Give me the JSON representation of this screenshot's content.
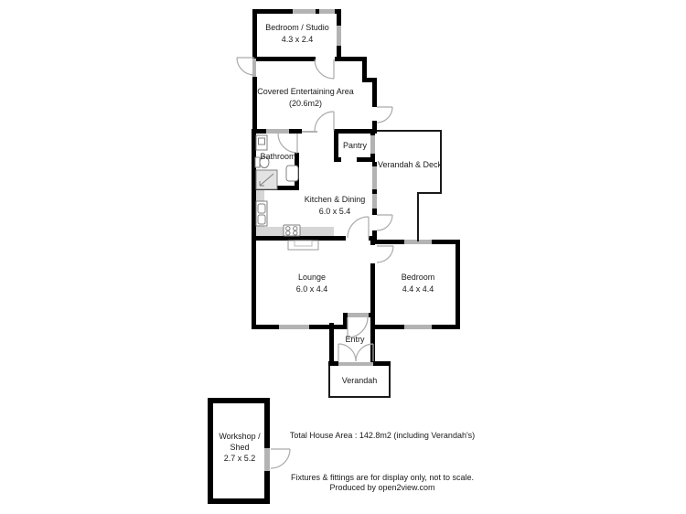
{
  "rooms": {
    "bedroom_studio": {
      "name": "Bedroom / Studio",
      "dims": "4.3 x 2.4"
    },
    "covered": {
      "name": "Covered Entertaining Area",
      "dims": "(20.6m2)"
    },
    "bathroom": {
      "name": "Bathroom"
    },
    "pantry": {
      "name": "Pantry"
    },
    "verandah_deck": {
      "name": "Verandah & Deck"
    },
    "kitchen_dining": {
      "name": "Kitchen & Dining",
      "dims": "6.0 x 5.4"
    },
    "lounge": {
      "name": "Lounge",
      "dims": "6.0 x 4.4"
    },
    "bedroom": {
      "name": "Bedroom",
      "dims": "4.4 x 4.4"
    },
    "entry": {
      "name": "Entry"
    },
    "verandah": {
      "name": "Verandah"
    },
    "workshop": {
      "name": "Workshop /",
      "name2": "Shed",
      "dims": "2.7 x 5.2"
    }
  },
  "footer": {
    "total_area": "Total House Area : 142.8m2 (including Verandah's)",
    "disclaimer": "Fixtures & fittings are for display only, not to scale.",
    "producer": "Produced by open2view.com"
  },
  "colors": {
    "wall": "#000000",
    "window": "#b3b3b3",
    "door_arc": "#ababab"
  }
}
